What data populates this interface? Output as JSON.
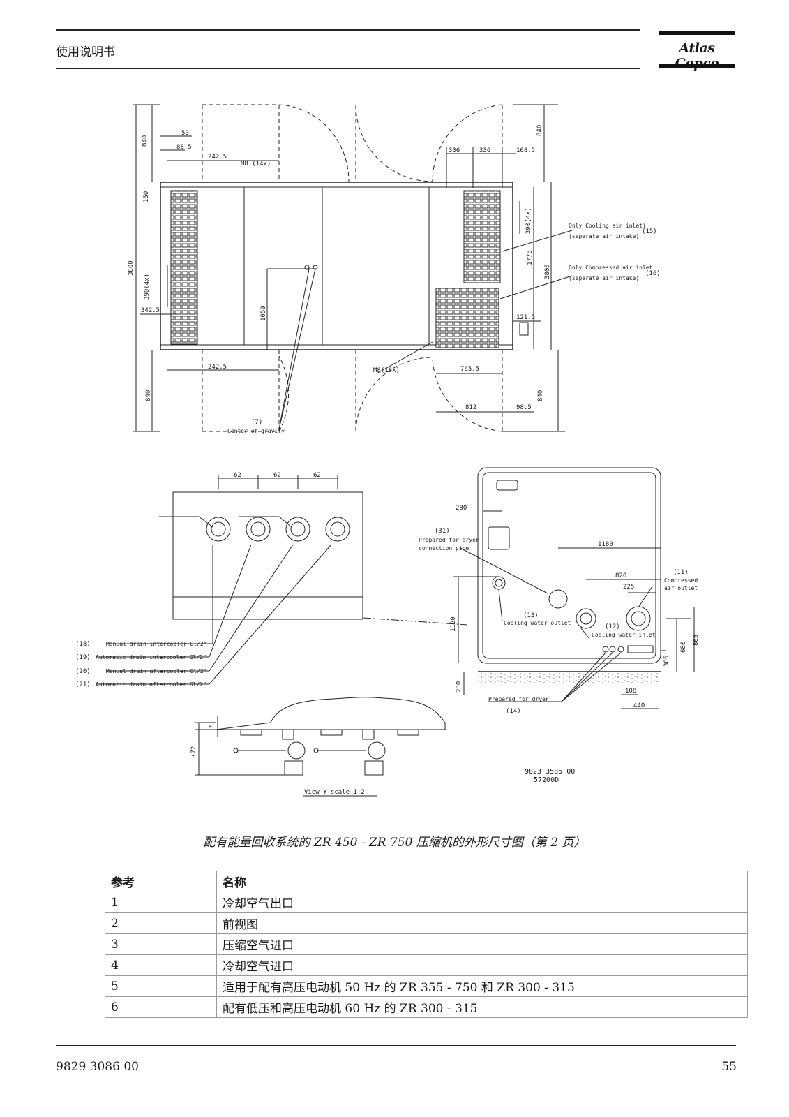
{
  "header": {
    "title": "使用说明书",
    "logo_text": "Atlas Copco"
  },
  "drawing": {
    "top": {
      "dims": {
        "d840_tl": "840",
        "d50": "50",
        "d88_5": "88.5",
        "d242_5a": "242.5",
        "m8_14": "M8 (14x)",
        "d336a": "336",
        "d336b": "336",
        "d168_5": "168.5",
        "d840_tr": "840",
        "d150": "150",
        "d3800_l": "3800",
        "d390_l": "390(4x)",
        "d342_5": "342.5",
        "d1059": "1059",
        "d390_r": "390(4x)",
        "d1775": "1775",
        "d3800_r": "3800",
        "d121_5": "121.5",
        "d242_5b": "242.5",
        "m8_16": "M8(16x)",
        "d765_5": "765.5",
        "d840_bl": "840",
        "d812": "812",
        "d98_5": "98.5",
        "d840_br": "840"
      },
      "callouts": {
        "c15_line1": "Only Cooling air inlet)",
        "c15_line2": "(seperate air intake)",
        "c15_num": "(15)",
        "c16_line1": "Only Compressed air inlet",
        "c16_line2": "(seperate air intake)",
        "c16_num": "(16)",
        "c7_num": "(7)",
        "c7_text": "Center of gravity"
      }
    },
    "detail": {
      "d62a": "62",
      "d62b": "62",
      "d62c": "62",
      "labels": [
        {
          "num": "(18)",
          "text": "Manual drain intercooler Gl/2\""
        },
        {
          "num": "(19)",
          "text": "Automatic drain intercooler Gl/2\""
        },
        {
          "num": "(20)",
          "text": "Manual drain aftercooler Gl/2\""
        },
        {
          "num": "(21)",
          "text": "Automatic drain aftercooler Gl/2\""
        }
      ]
    },
    "side": {
      "d280": "280",
      "c31_num": "(31)",
      "c31_line1": "Prepared for dryer",
      "c31_line2": "connection pipe",
      "d1180": "1180",
      "d820": "820",
      "d225": "225",
      "c11_num": "(11)",
      "c11_line1": "Compressed",
      "c11_line2": "air outlet",
      "c13_num": "(13)",
      "c13_text": "Cooling water outlet",
      "c12_num": "(12)",
      "c12_text": "Cooling water inlet",
      "d1120": "1120",
      "d680": "680",
      "d865": "865",
      "d305": "305",
      "d230": "230",
      "d108": "108",
      "d440": "440",
      "c14_text": "Prepared for dryer",
      "c14_num": "(14)"
    },
    "viewy": {
      "d72": "±72",
      "d7": "7",
      "label": "View Y    scale 1:2"
    },
    "docnum1": "9823 3585 00",
    "docnum2": "57200D"
  },
  "caption": "配有能量回收系统的 ZR 450 - ZR 750 压缩机的外形尺寸图（第 2 页）",
  "table": {
    "headers": [
      "参考",
      "名称"
    ],
    "rows": [
      {
        "ref": "1",
        "name": "冷却空气出口"
      },
      {
        "ref": "2",
        "name": "前视图"
      },
      {
        "ref": "3",
        "name": "压缩空气进口"
      },
      {
        "ref": "4",
        "name": "冷却空气进口"
      },
      {
        "ref": "5",
        "name": "适用于配有高压电动机 50 Hz 的 ZR 355 - 750 和 ZR 300 - 315"
      },
      {
        "ref": "6",
        "name": "配有低压和高压电动机 60 Hz 的 ZR 300 - 315"
      }
    ]
  },
  "footer": {
    "doc_number": "9829 3086 00",
    "page": "55"
  }
}
